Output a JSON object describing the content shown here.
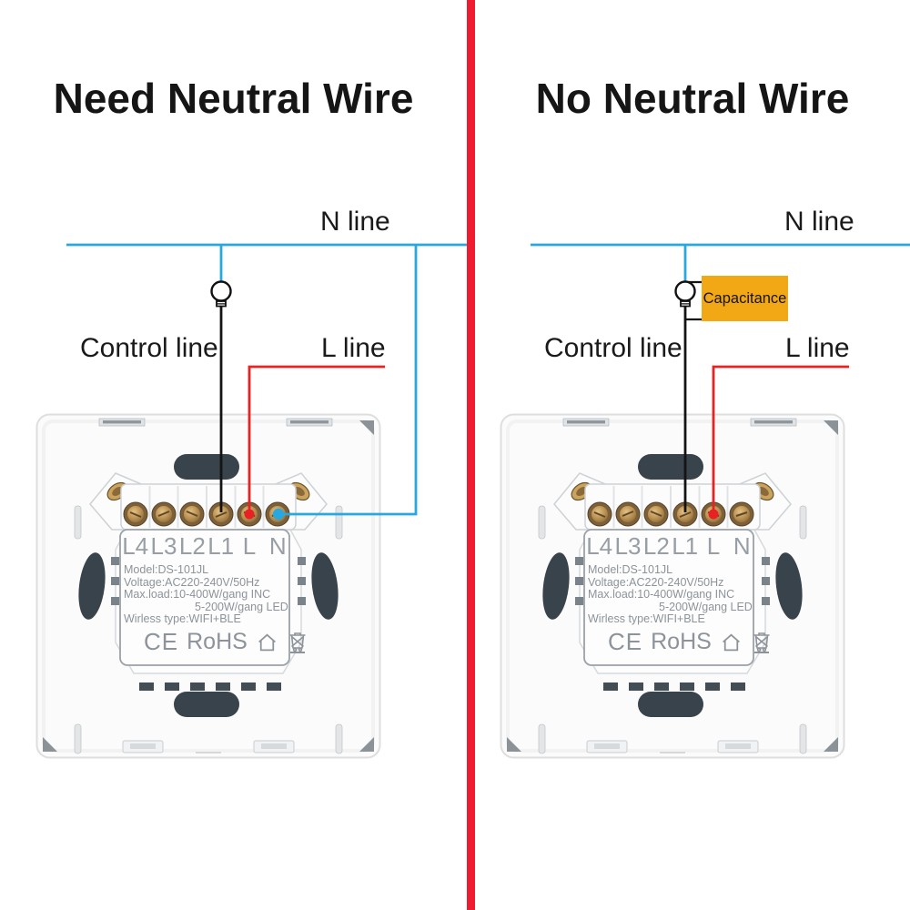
{
  "panels": [
    {
      "title": "Need Neutral Wire",
      "wire_labels": {
        "n": "N line",
        "control": "Control line",
        "l": "L line"
      },
      "capacitor": null
    },
    {
      "title": "No Neutral Wire",
      "wire_labels": {
        "n": "N line",
        "control": "Control line",
        "l": "L line"
      },
      "capacitor": {
        "label": "Capacitance"
      }
    }
  ],
  "switch": {
    "terminals": [
      "L4",
      "L3",
      "L2",
      "L1",
      "L",
      "N"
    ],
    "specs": {
      "model": "Model:DS-101JL",
      "voltage": "Voltage:AC220-240V/50Hz",
      "max_load_line1": "Max.load:10-400W/gang  INC",
      "max_load_line2": "5-200W/gang  LED",
      "wireless": "Wirless type:WIFI+BLE"
    },
    "certifications": {
      "ce": "CE",
      "rohs": "RoHS",
      "icons": [
        "house-icon",
        "weee-crossed-bin-icon"
      ]
    }
  },
  "icons": {
    "bulb": "lightbulb-icon"
  },
  "colors": {
    "divider": "#ee1c2e",
    "neutral_wire": "#29a8e0",
    "live_wire": "#e82222",
    "control_wire": "#141414",
    "capacitor_fill": "#f2a714"
  }
}
